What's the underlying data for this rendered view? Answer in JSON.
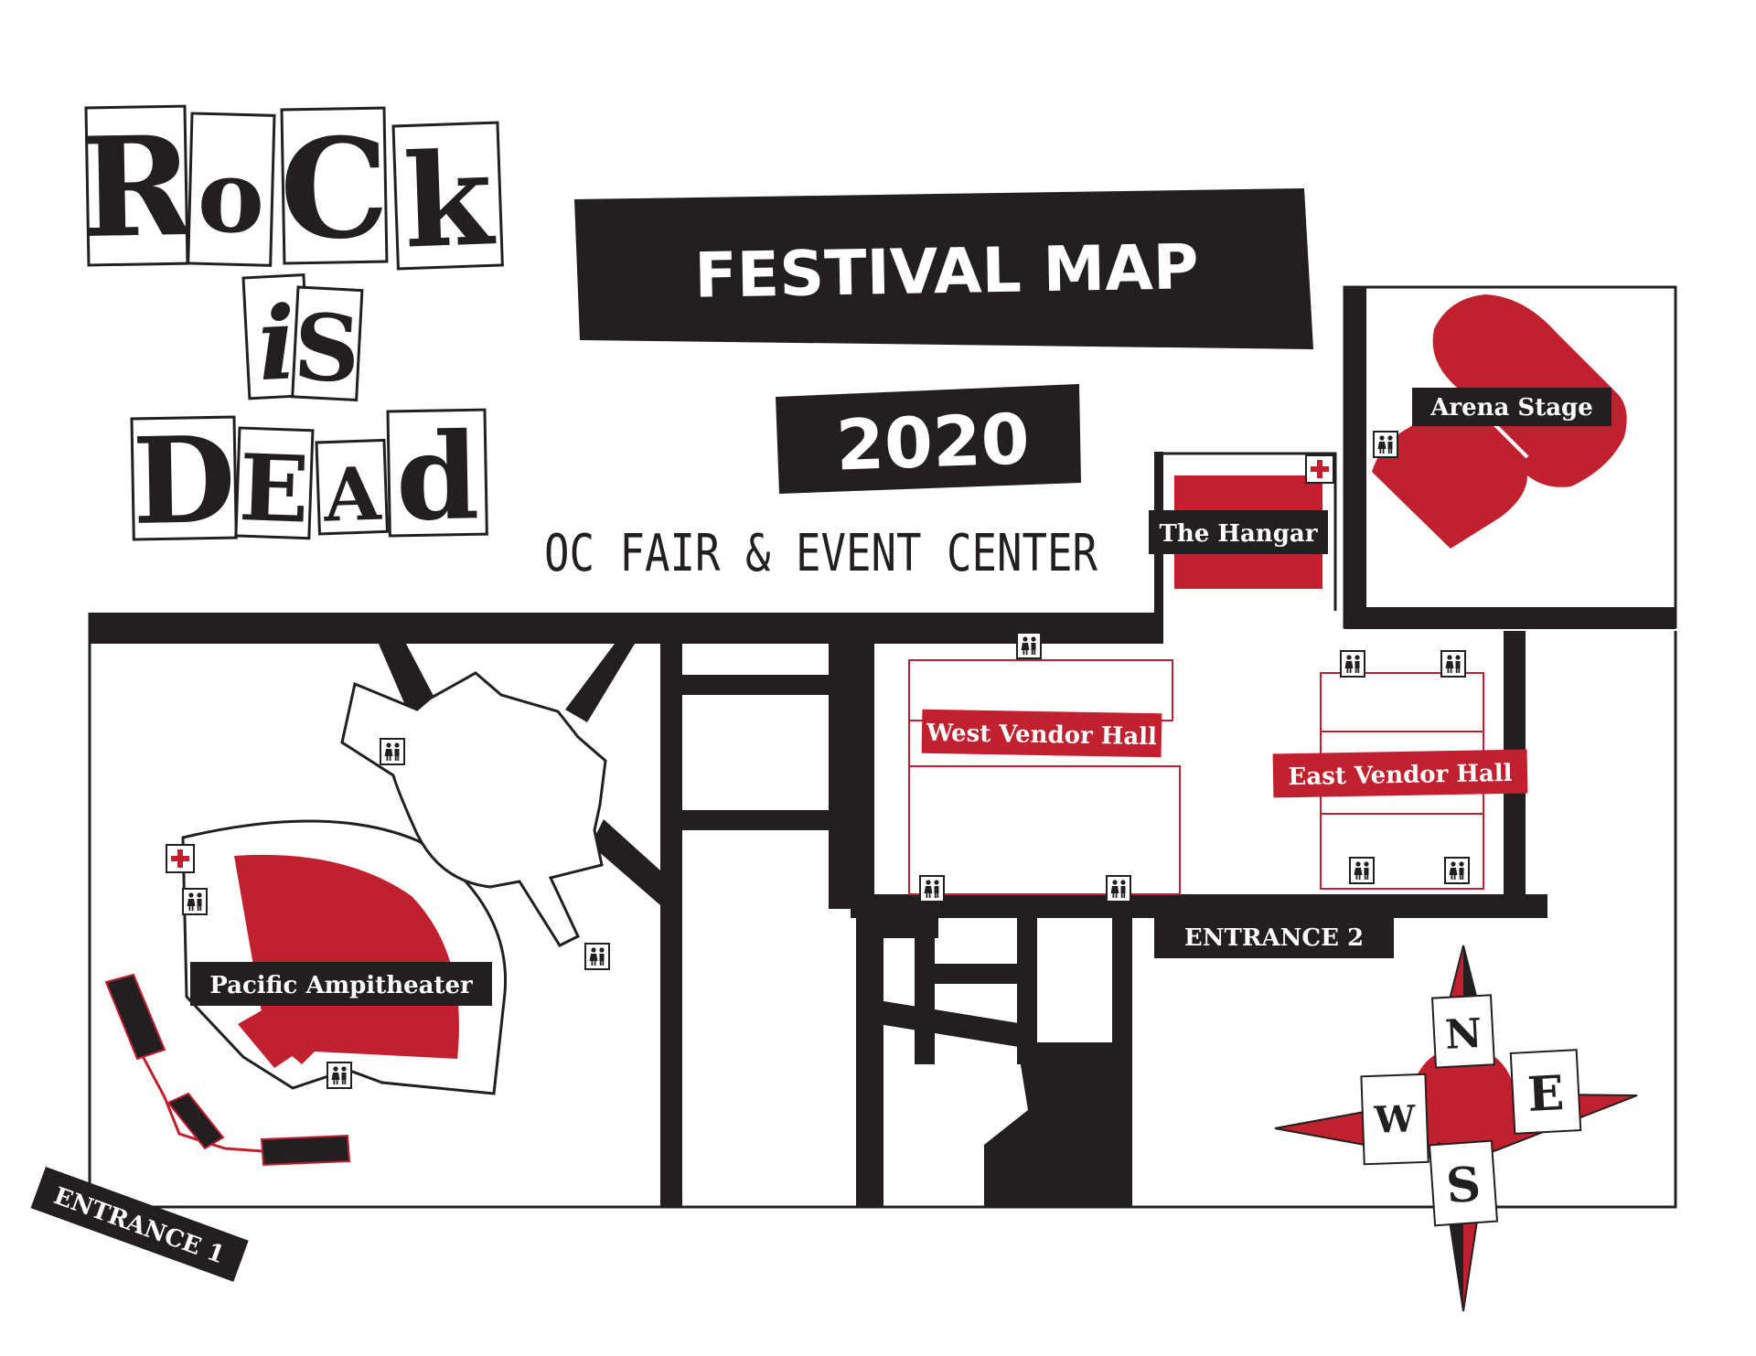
{
  "logo": {
    "line1": [
      "R",
      "o",
      "C",
      "k"
    ],
    "line2": [
      "i",
      "S"
    ],
    "line3": [
      "D",
      "E",
      "A",
      "d"
    ]
  },
  "title": "FESTIVAL MAP",
  "year": "2020",
  "venue": "OC FAIR & EVENT CENTER",
  "locations": {
    "arena_stage": "Arena Stage",
    "hangar": "The Hangar",
    "west_vendor_hall": "West Vendor Hall",
    "east_vendor_hall": "East Vendor Hall",
    "pacific_ampitheater": "Pacific Ampitheater",
    "entrance_1": "ENTRANCE 1",
    "entrance_2": "ENTRANCE 2"
  },
  "compass": {
    "north": "N",
    "south": "S",
    "east": "E",
    "west": "W"
  },
  "icons": {
    "restroom": "restroom-icon",
    "first_aid": "first-aid-icon"
  },
  "colors": {
    "ink": "#231f20",
    "accent": "#c1202f",
    "paper": "#ffffff"
  }
}
